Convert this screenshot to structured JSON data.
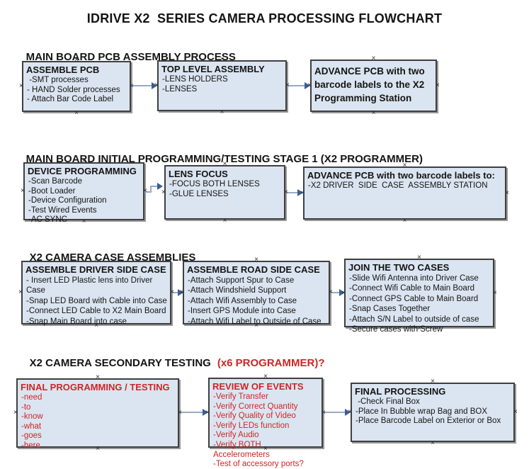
{
  "title": "IDRIVE X2  SERIES CAMERA PROCESSING FLOWCHART",
  "colors": {
    "box_fill": "#dbe5f1",
    "box_border": "#3f3f3f",
    "accent_red": "#cc2626",
    "arrow_line": "#95aac7",
    "arrow_head": "#3a5e94"
  },
  "icons": {
    "anchor_glyph": "×"
  },
  "sections": [
    {
      "heading": "MAIN BOARD PCB ASSEMBLY PROCESS",
      "boxes": [
        {
          "title": "ASSEMBLE PCB",
          "items": [
            " -SMT processes",
            "- HAND Solder processes",
            "- Attach Bar Code Label"
          ]
        },
        {
          "title": "TOP LEVEL ASSEMBLY",
          "items": [
            "-LENS HOLDERS",
            "-LENSES"
          ]
        },
        {
          "title": "ADVANCE PCB with two barcode labels to the X2 Programming Station",
          "items": []
        }
      ]
    },
    {
      "heading": "MAIN BOARD INITIAL PROGRAMMING/TESTING STAGE 1 (X2 PROGRAMMER)",
      "boxes": [
        {
          "title": "DEVICE PROGRAMMING",
          "items": [
            "-Scan Barcode",
            "-Boot Loader",
            "-Device Configuration",
            "-Test Wired Events",
            "-AC SYNC"
          ]
        },
        {
          "title": "LENS FOCUS",
          "items": [
            "-FOCUS BOTH LENSES",
            "-GLUE LENSES"
          ]
        },
        {
          "title": "ADVANCE PCB with two barcode labels to:",
          "items": [
            "-X2 DRIVER  SIDE  CASE  ASSEMBLY STATION"
          ]
        }
      ]
    },
    {
      "heading": "X2 CAMERA CASE ASSEMBLIES",
      "boxes": [
        {
          "title": "ASSEMBLE DRIVER SIDE CASE",
          "items": [
            "- Insert LED Plastic lens into Driver Case",
            "-Snap LED Board with Cable into Case",
            "-Connect LED Cable to X2 Main Board",
            "-Snap Main Board into case"
          ]
        },
        {
          "title": "ASSEMBLE ROAD SIDE CASE",
          "items": [
            "-Attach Support Spur to Case",
            "-Attach Windshield Support",
            "-Attach Wifi Assembly to Case",
            "-Insert GPS Module into Case",
            "-Attach Wifi Label to Outside of Case"
          ]
        },
        {
          "title": "JOIN THE TWO CASES",
          "items": [
            "-Slide Wifi Antenna into Driver Case",
            "-Connect Wifi Cable to Main Board",
            "-Connect GPS Cable to Main Board",
            "-Snap Cases Together",
            "-Attach S/N Label to outside of case",
            "-Secure cases with Screw"
          ]
        }
      ]
    },
    {
      "heading": "X2 CAMERA SECONDARY TESTING",
      "heading_accent": "(x6 PROGRAMMER)?",
      "boxes": [
        {
          "title": "FINAL PROGRAMMING / TESTING",
          "items": [
            "-need",
            "-to",
            "-know",
            "-what",
            "-goes",
            "-here"
          ]
        },
        {
          "title": "REVIEW OF EVENTS",
          "items": [
            "-Verify Transfer",
            "-Verify Correct Quantity",
            "-Verify Quality of Video",
            "-Verify LEDs function",
            "-Verify Audio",
            "-Verify BOTH Accelerometers",
            "-Test of accessory ports?"
          ]
        },
        {
          "title": "FINAL PROCESSING",
          "items": [
            " -Check Final Box",
            "-Place In Bubble wrap Bag and BOX",
            "-Place Barcode Label on Exterior or Box"
          ]
        }
      ]
    }
  ]
}
